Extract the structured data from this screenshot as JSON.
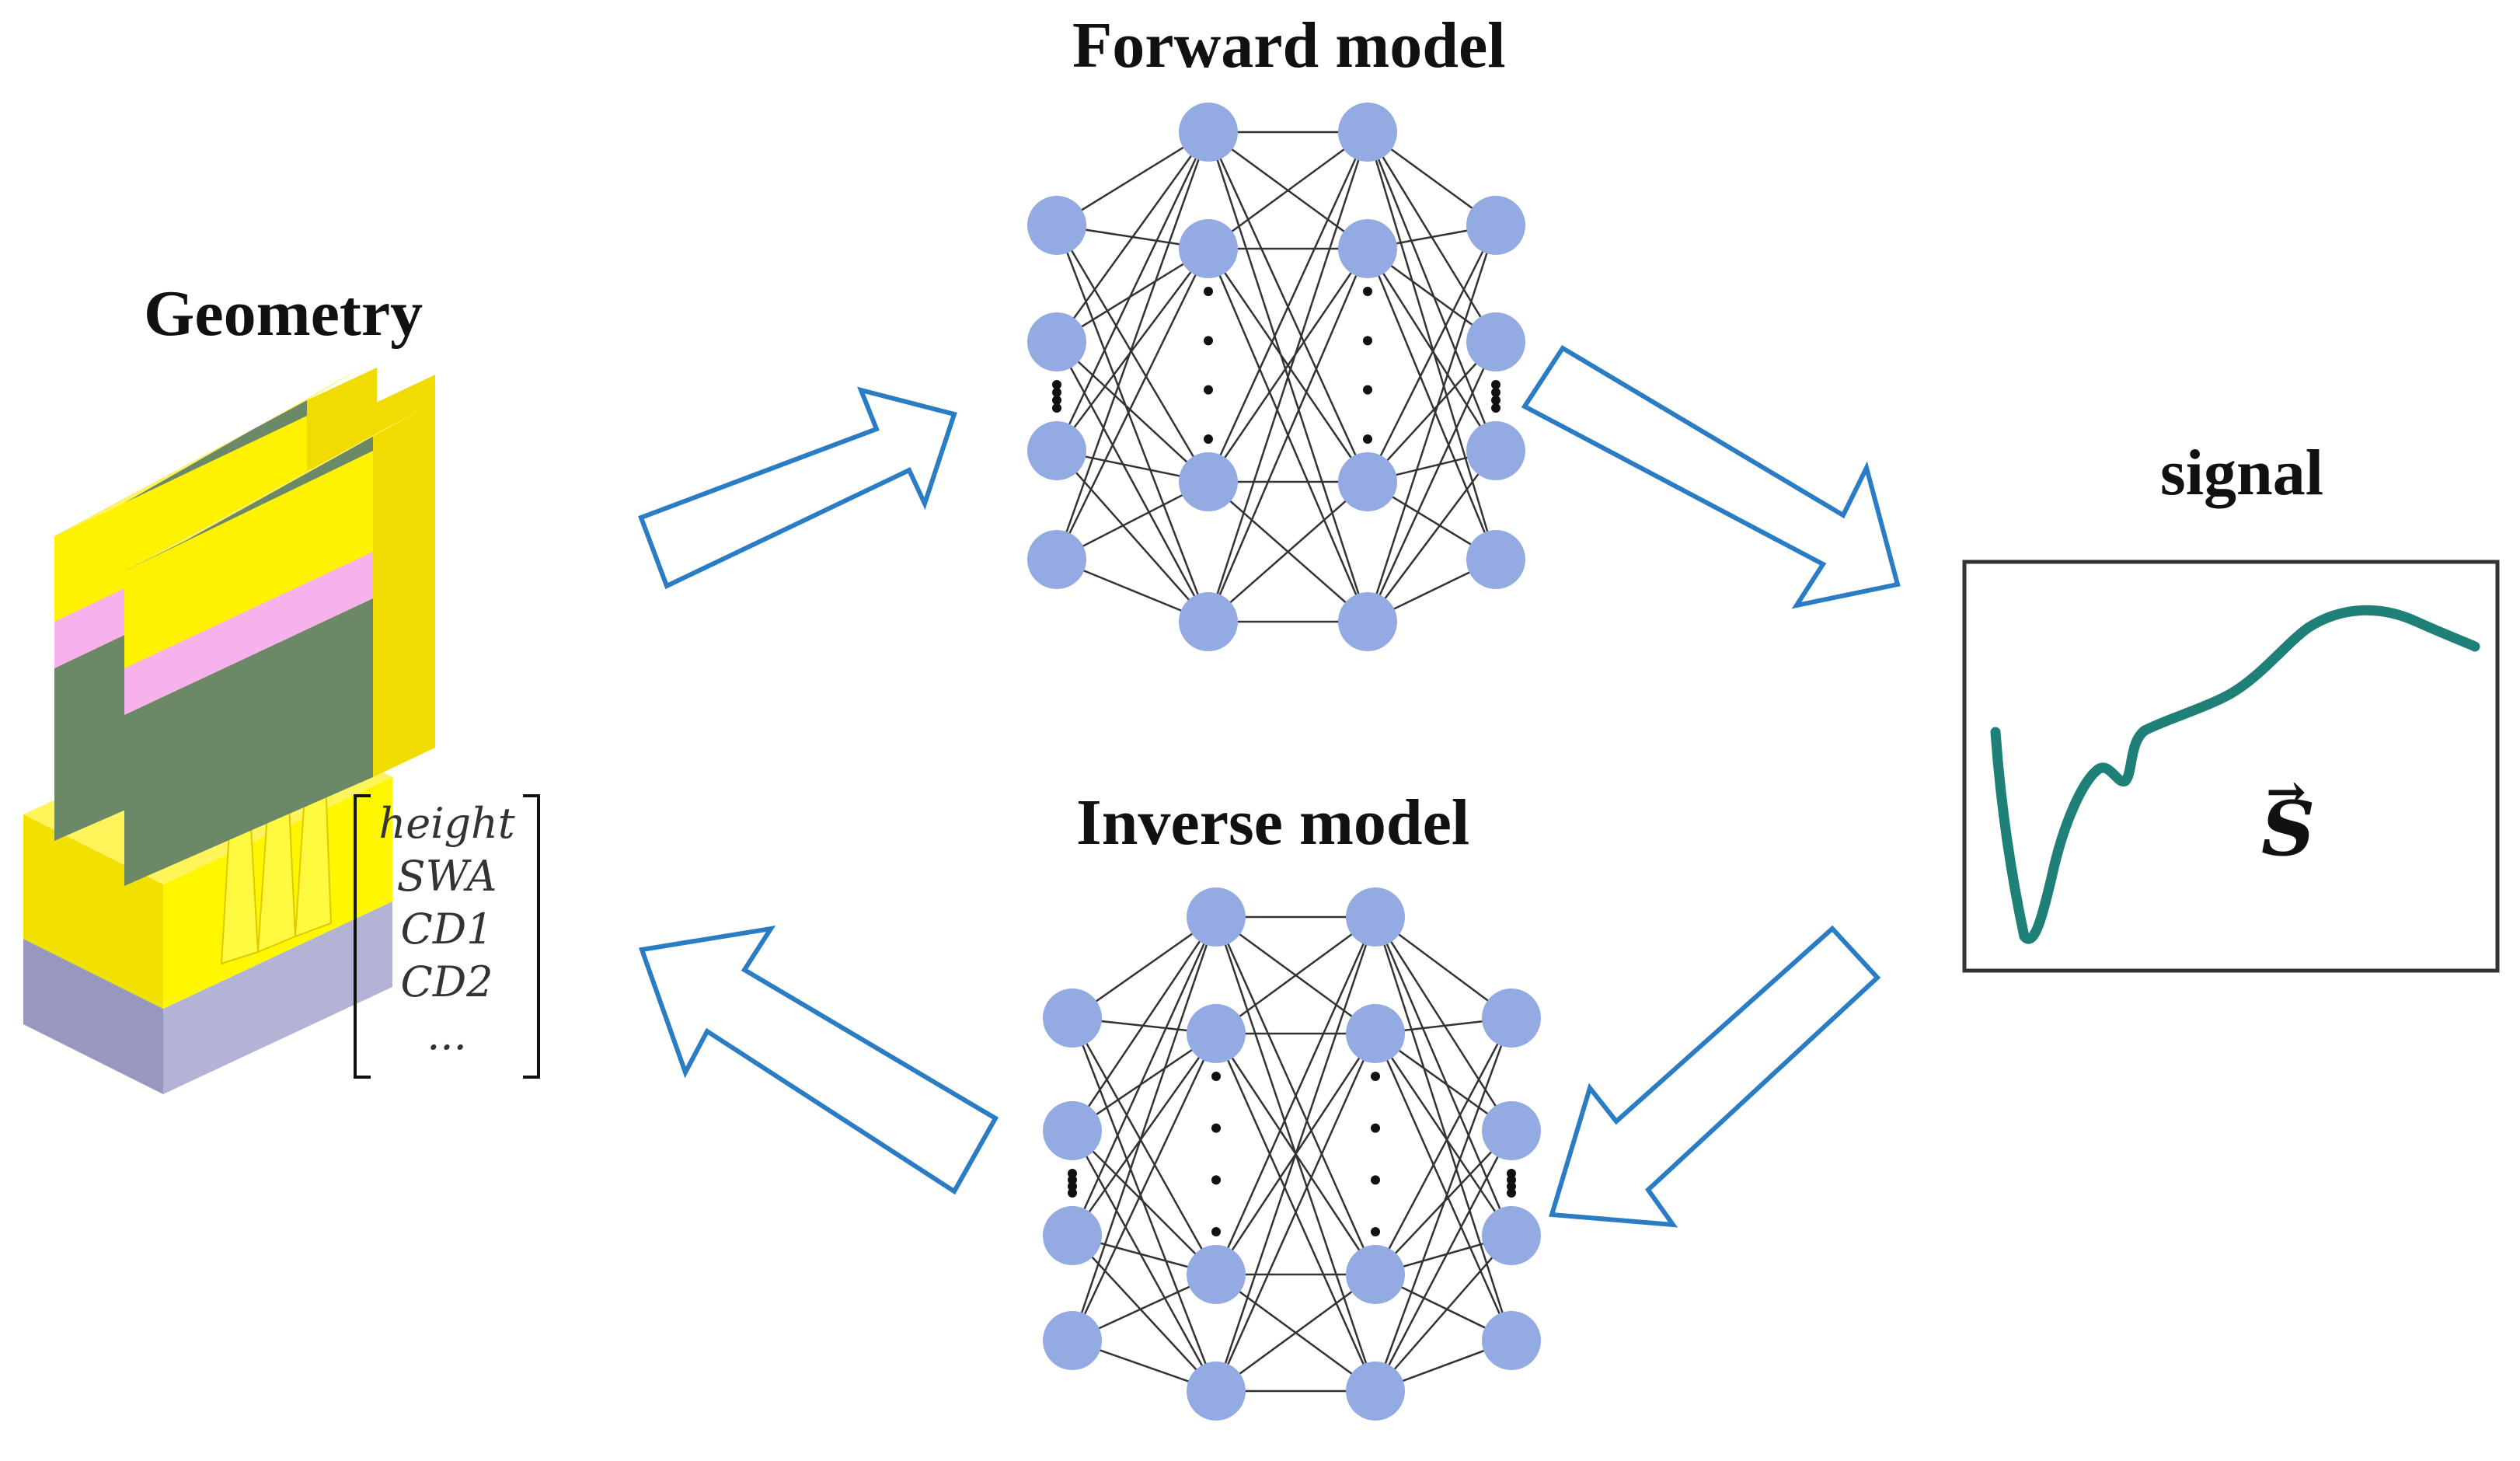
{
  "labels": {
    "forward_model": "Forward model",
    "inverse_model": "Inverse model",
    "geometry": "Geometry",
    "signal": "signal"
  },
  "signal_symbol": "S",
  "signal_vector_mark": "→",
  "geometry_parameters": [
    "height",
    "SWA",
    "CD1",
    "CD2",
    "..."
  ],
  "colors": {
    "node": "#93abe2",
    "edge": "#333333",
    "arrow_outline": "#2a7cc4",
    "signal_curve": "#1f8078",
    "fin_yellow": "#fff200",
    "fin_pink": "#f7b2ee",
    "fin_green": "#6b8966",
    "substrate": "#a3a3c8"
  },
  "networks": {
    "forward": {
      "layers": [
        4,
        5,
        5,
        4
      ]
    },
    "inverse": {
      "layers": [
        4,
        5,
        5,
        4
      ]
    }
  }
}
